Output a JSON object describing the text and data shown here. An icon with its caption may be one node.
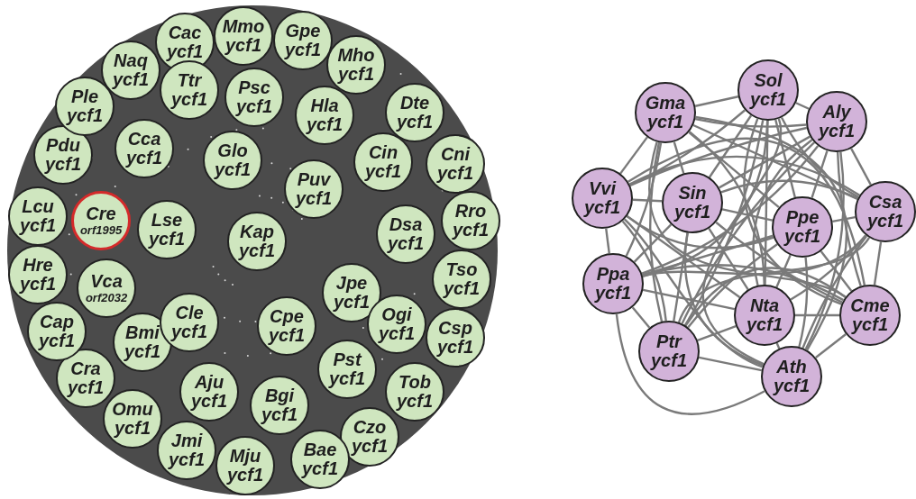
{
  "diagram": {
    "nodes": [
      {
        "text": [
          "Cac",
          "ycf1"
        ]
      },
      {
        "text": [
          "Mmo",
          "ycf1"
        ]
      },
      {
        "text": [
          "Gpe",
          "ycf1"
        ]
      },
      {
        "text": [
          "Mho",
          "ycf1"
        ]
      },
      {
        "text": [
          "Dte",
          "ycf1"
        ]
      },
      {
        "text": [
          "Cni",
          "ycf1"
        ]
      },
      {
        "text": [
          "Rro",
          "ycf1"
        ]
      },
      {
        "text": [
          "Tso",
          "ycf1"
        ]
      },
      {
        "text": [
          "Csp",
          "ycf1"
        ]
      },
      {
        "text": [
          "Tob",
          "ycf1"
        ]
      },
      {
        "text": [
          "Czo",
          "ycf1"
        ]
      },
      {
        "text": [
          "Bae",
          "ycf1"
        ]
      },
      {
        "text": [
          "Mju",
          "ycf1"
        ]
      },
      {
        "text": [
          "Jmi",
          "ycf1"
        ]
      },
      {
        "text": [
          "Omu",
          "ycf1"
        ]
      },
      {
        "text": [
          "Cra",
          "ycf1"
        ]
      },
      {
        "text": [
          "Cap",
          "ycf1"
        ]
      },
      {
        "text": [
          "Hre",
          "ycf1"
        ]
      },
      {
        "text": [
          "Lcu",
          "ycf1"
        ]
      },
      {
        "text": [
          "Pdu",
          "ycf1"
        ]
      },
      {
        "text": [
          "Ple",
          "ycf1"
        ]
      },
      {
        "text": [
          "Naq",
          "ycf1"
        ]
      },
      {
        "text": [
          "Ttr",
          "ycf1"
        ]
      },
      {
        "text": [
          "Psc",
          "ycf1"
        ]
      },
      {
        "text": [
          "Hla",
          "ycf1"
        ]
      },
      {
        "text": [
          "Cin",
          "ycf1"
        ]
      },
      {
        "text": [
          "Dsa",
          "ycf1"
        ]
      },
      {
        "text": [
          "Jpe",
          "ycf1"
        ]
      },
      {
        "text": [
          "Ogi",
          "ycf1"
        ]
      },
      {
        "text": [
          "Pst",
          "ycf1"
        ]
      },
      {
        "text": [
          "Bgi",
          "ycf1"
        ]
      },
      {
        "text": [
          "Aju",
          "ycf1"
        ]
      },
      {
        "text": [
          "Bmi",
          "ycf1"
        ]
      },
      {
        "text": [
          "Vca",
          "orf2032"
        ]
      },
      {
        "text": [
          "Cre",
          "orf1995"
        ]
      },
      {
        "text": [
          "Cca",
          "ycf1"
        ]
      },
      {
        "text": [
          "Glo",
          "ycf1"
        ]
      },
      {
        "text": [
          "Puv",
          "ycf1"
        ]
      },
      {
        "text": [
          "Lse",
          "ycf1"
        ]
      },
      {
        "text": [
          "Kap",
          "ycf1"
        ]
      },
      {
        "text": [
          "Cle",
          "ycf1"
        ]
      },
      {
        "text": [
          "Cpe",
          "ycf1"
        ]
      },
      {
        "text": [
          "Gma",
          "ycf1"
        ]
      },
      {
        "text": [
          "Sol",
          "ycf1"
        ]
      },
      {
        "text": [
          "Aly",
          "ycf1"
        ]
      },
      {
        "text": [
          "Vvi",
          "ycf1"
        ]
      },
      {
        "text": [
          "Sin",
          "ycf1"
        ]
      },
      {
        "text": [
          "Ppe",
          "ycf1"
        ]
      },
      {
        "text": [
          "Csa",
          "ycf1"
        ]
      },
      {
        "text": [
          "Ppa",
          "ycf1"
        ]
      },
      {
        "text": [
          "Nta",
          "ycf1"
        ]
      },
      {
        "text": [
          "Cme",
          "ycf1"
        ]
      },
      {
        "text": [
          "Ptr",
          "ycf1"
        ]
      },
      {
        "text": [
          "Ath",
          "ycf1"
        ]
      }
    ],
    "edges": [
      {
        "from": 42,
        "to": 43,
        "arrow": "none"
      },
      {
        "from": 42,
        "to": 44,
        "arrow": "none"
      },
      {
        "from": 42,
        "to": 45,
        "arrow": "none"
      },
      {
        "from": 42,
        "to": 46,
        "arrow": "none"
      },
      {
        "from": 42,
        "to": 47,
        "arrow": "none"
      },
      {
        "from": 42,
        "to": 48,
        "arrow": "none"
      },
      {
        "from": 42,
        "to": 49,
        "arrow": "none"
      },
      {
        "from": 42,
        "to": 50,
        "arrow": "none"
      },
      {
        "from": 42,
        "to": 51,
        "arrow": "none"
      },
      {
        "from": 42,
        "to": 52,
        "arrow": "none"
      },
      {
        "from": 42,
        "to": 53,
        "arrow": "none"
      },
      {
        "from": 43,
        "to": 44,
        "arrow": "none"
      },
      {
        "from": 43,
        "to": 45,
        "arrow": "none"
      },
      {
        "from": 43,
        "to": 46,
        "arrow": "none"
      },
      {
        "from": 43,
        "to": 47,
        "arrow": "none"
      },
      {
        "from": 43,
        "to": 48,
        "arrow": "none"
      },
      {
        "from": 43,
        "to": 49,
        "arrow": "none"
      },
      {
        "from": 43,
        "to": 50,
        "arrow": "none"
      },
      {
        "from": 43,
        "to": 51,
        "arrow": "none"
      },
      {
        "from": 43,
        "to": 52,
        "arrow": "none"
      },
      {
        "from": 43,
        "to": 53,
        "arrow": "none"
      },
      {
        "from": 44,
        "to": 45,
        "arrow": "none"
      },
      {
        "from": 44,
        "to": 46,
        "arrow": "none"
      },
      {
        "from": 44,
        "to": 47,
        "arrow": "none"
      },
      {
        "from": 44,
        "to": 48,
        "arrow": "none"
      },
      {
        "from": 44,
        "to": 49,
        "arrow": "none"
      },
      {
        "from": 44,
        "to": 50,
        "arrow": "none"
      },
      {
        "from": 44,
        "to": 51,
        "arrow": "none"
      },
      {
        "from": 44,
        "to": 52,
        "arrow": "none"
      },
      {
        "from": 44,
        "to": 53,
        "arrow": "none"
      },
      {
        "from": 45,
        "to": 46,
        "arrow": "none"
      },
      {
        "from": 45,
        "to": 47,
        "arrow": "none"
      },
      {
        "from": 45,
        "to": 48,
        "arrow": "none"
      },
      {
        "from": 45,
        "to": 49,
        "arrow": "none"
      },
      {
        "from": 45,
        "to": 50,
        "arrow": "none"
      },
      {
        "from": 45,
        "to": 51,
        "arrow": "none"
      },
      {
        "from": 45,
        "to": 52,
        "arrow": "none"
      },
      {
        "from": 45,
        "to": 53,
        "arrow": "none"
      },
      {
        "from": 46,
        "to": 47,
        "arrow": "none"
      },
      {
        "from": 46,
        "to": 48,
        "arrow": "none"
      },
      {
        "from": 46,
        "to": 49,
        "arrow": "none"
      },
      {
        "from": 46,
        "to": 50,
        "arrow": "none"
      },
      {
        "from": 46,
        "to": 51,
        "arrow": "none"
      },
      {
        "from": 46,
        "to": 52,
        "arrow": "none"
      },
      {
        "from": 46,
        "to": 53,
        "arrow": "none"
      },
      {
        "from": 47,
        "to": 48,
        "arrow": "none"
      },
      {
        "from": 47,
        "to": 49,
        "arrow": "none"
      },
      {
        "from": 47,
        "to": 50,
        "arrow": "none"
      },
      {
        "from": 47,
        "to": 51,
        "arrow": "none"
      },
      {
        "from": 47,
        "to": 52,
        "arrow": "none"
      },
      {
        "from": 47,
        "to": 53,
        "arrow": "none"
      },
      {
        "from": 48,
        "to": 49,
        "arrow": "none"
      },
      {
        "from": 48,
        "to": 50,
        "arrow": "none"
      },
      {
        "from": 48,
        "to": 51,
        "arrow": "none"
      },
      {
        "from": 48,
        "to": 52,
        "arrow": "none"
      },
      {
        "from": 48,
        "to": 53,
        "arrow": "none"
      },
      {
        "from": 49,
        "to": 50,
        "arrow": "none"
      },
      {
        "from": 49,
        "to": 51,
        "arrow": "none"
      },
      {
        "from": 49,
        "to": 52,
        "arrow": "none"
      },
      {
        "from": 49,
        "to": 53,
        "arrow": "none"
      },
      {
        "from": 50,
        "to": 51,
        "arrow": "none"
      },
      {
        "from": 50,
        "to": 52,
        "arrow": "none"
      },
      {
        "from": 50,
        "to": 53,
        "arrow": "none"
      },
      {
        "from": 51,
        "to": 52,
        "arrow": "none"
      },
      {
        "from": 51,
        "to": 53,
        "arrow": "none"
      },
      {
        "from": 52,
        "to": 53,
        "arrow": "none"
      }
    ]
  }
}
